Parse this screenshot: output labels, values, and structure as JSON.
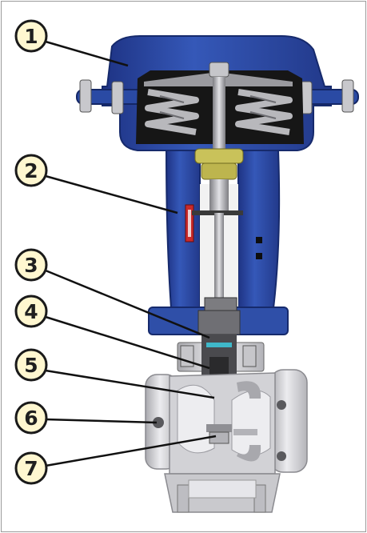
{
  "callouts": [
    {
      "label": "1"
    },
    {
      "label": "2"
    },
    {
      "label": "3"
    },
    {
      "label": "4"
    },
    {
      "label": "5"
    },
    {
      "label": "6"
    },
    {
      "label": "7"
    }
  ],
  "colors": {
    "actuator_blue": "#2f4fa8",
    "actuator_dark": "#1c2f78",
    "spring_gray": "#b8b8bc",
    "coupling_yellow": "#c9c25a",
    "body_gray": "#d2d2d6",
    "callout_fill": "#fff7d0",
    "leader": "#111111"
  }
}
